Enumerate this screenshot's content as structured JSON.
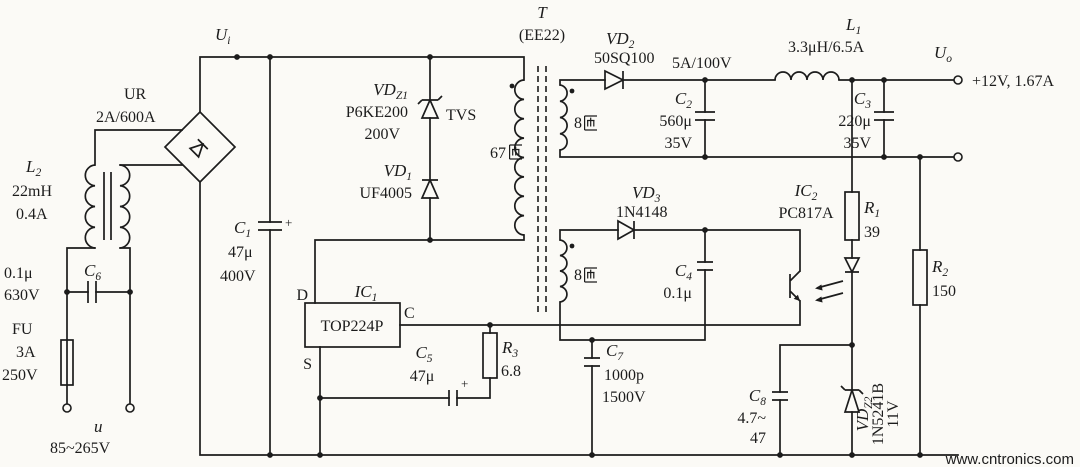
{
  "meta": {
    "background": "#fbfaf6",
    "ink": "#1c1c1c",
    "watermark_color": "#6ab93f"
  },
  "watermark": {
    "text": "www.cntronics.com"
  },
  "labels": {
    "ui": {
      "main": "U",
      "sub": "i"
    },
    "uo": {
      "main": "U",
      "sub": "o"
    },
    "output_spec": "+12V, 1.67A",
    "ac_symbol": "u",
    "ac_range": "85~265V"
  },
  "components": {
    "fuse": {
      "ref": "FU",
      "line2": "3A",
      "line3": "250V"
    },
    "c6": {
      "ref": "C",
      "sub": "6",
      "value": "0.1μ",
      "voltage": "630V"
    },
    "l2": {
      "ref": "L",
      "sub": "2",
      "value": "22mH",
      "current": "0.4A"
    },
    "bridge": {
      "ref": "UR",
      "rating": "2A/600A"
    },
    "c1": {
      "ref": "C",
      "sub": "1",
      "value": "47μ",
      "voltage": "400V",
      "plus": "+"
    },
    "vdz1": {
      "ref": "VD",
      "sub": "Z1",
      "part": "P6KE200",
      "voltage": "200V",
      "note": "TVS"
    },
    "vd1": {
      "ref": "VD",
      "sub": "1",
      "part": "UF4005"
    },
    "t": {
      "ref": "T",
      "core": "(EE22)",
      "primary_turns": "67匝",
      "primary_num": "67",
      "secondary_turns": "8匝",
      "secondary_num": "8",
      "bias_turns": "8匝",
      "bias_num": "8"
    },
    "ic1": {
      "ref": "IC",
      "sub": "1",
      "part": "TOP224P",
      "pin_d": "D",
      "pin_c": "C",
      "pin_s": "S"
    },
    "c5": {
      "ref": "C",
      "sub": "5",
      "value": "47μ",
      "plus": "+"
    },
    "r3": {
      "ref": "R",
      "sub": "3",
      "value": "6.8"
    },
    "c7": {
      "ref": "C",
      "sub": "7",
      "value": "1000p",
      "voltage": "1500V"
    },
    "vd2": {
      "ref": "VD",
      "sub": "2",
      "part": "50SQ100",
      "rating": "5A/100V"
    },
    "c2": {
      "ref": "C",
      "sub": "2",
      "value": "560μ",
      "voltage": "35V"
    },
    "l1": {
      "ref": "L",
      "sub": "1",
      "value": "3.3μH/6.5A"
    },
    "c3": {
      "ref": "C",
      "sub": "3",
      "value": "220μ",
      "voltage": "35V"
    },
    "vd3": {
      "ref": "VD",
      "sub": "3",
      "part": "1N4148"
    },
    "c4": {
      "ref": "C",
      "sub": "4",
      "value": "0.1μ"
    },
    "ic2": {
      "ref": "IC",
      "sub": "2",
      "part": "PC817A"
    },
    "r1": {
      "ref": "R",
      "sub": "1",
      "value": "39"
    },
    "r2": {
      "ref": "R",
      "sub": "2",
      "value": "150"
    },
    "vdz2": {
      "ref": "VD",
      "sub": "Z2",
      "part": "1N5241B",
      "voltage": "11V"
    },
    "c8": {
      "ref": "C",
      "sub": "8",
      "value_l1": "4.7~",
      "value_l2": "47"
    }
  }
}
